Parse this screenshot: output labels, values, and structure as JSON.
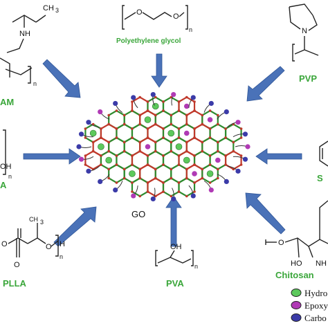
{
  "labels": {
    "pam": "AM",
    "peg": "Polyethylene glycol",
    "pvp": "PVP",
    "left_mid": "A",
    "right_mid": "S",
    "plla": "PLLA",
    "pva": "PVA",
    "chitosan": "Chitosan",
    "go": "GO"
  },
  "atoms": {
    "nh": "NH",
    "ch3": "CH",
    "oh": "OH",
    "o": "O",
    "h": "H",
    "n": "n",
    "n_atom": "N",
    "nh_short": "NH",
    "ho": "HO"
  },
  "legend": [
    {
      "label": "Hydro",
      "color": "#5cc95c"
    },
    {
      "label": "Epoxy",
      "color": "#b03ab5"
    },
    {
      "label": "Carbo",
      "color": "#3b3ba8"
    }
  ],
  "colors": {
    "label_green": "#3aa63a",
    "arrow_blue": "#4a72b8",
    "carbon_green": "#2e8b2e",
    "bond_red": "#c0392b"
  }
}
